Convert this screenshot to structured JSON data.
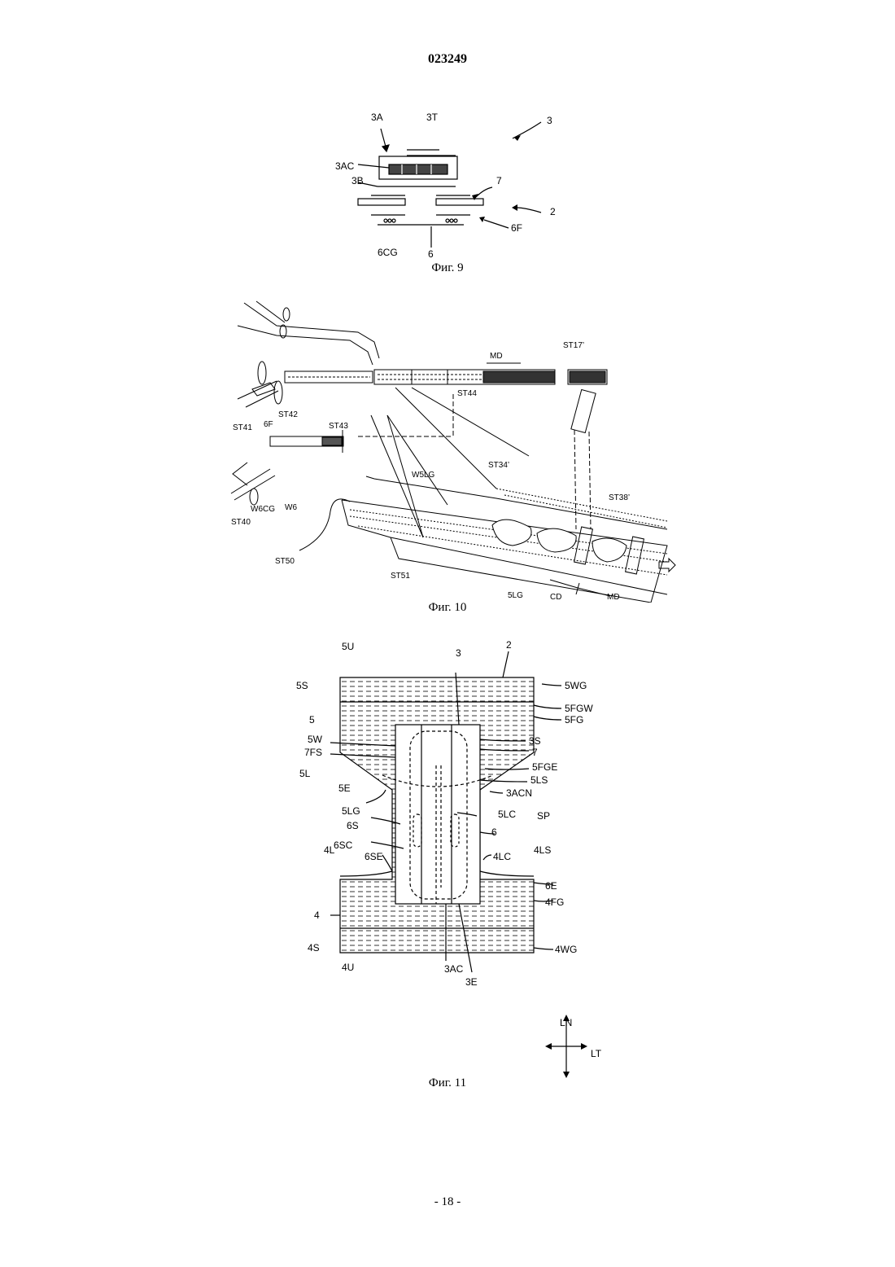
{
  "header": {
    "doc_number": "023249"
  },
  "fig9": {
    "caption": "Фиг. 9",
    "labels": [
      "3A",
      "3T",
      "3",
      "3AC",
      "3B",
      "7",
      "2",
      "6F",
      "6CG",
      "6"
    ]
  },
  "fig10": {
    "caption": "Фиг. 10",
    "labels": [
      "MD",
      "ST17’",
      "ST44",
      "ST43",
      "6F",
      "ST42",
      "ST41",
      "W5LG",
      "ST34’",
      "W6CG",
      "W6",
      "ST40",
      "ST38’",
      "ST50",
      "ST51",
      "5LG",
      "CD",
      "MD"
    ]
  },
  "fig11": {
    "caption": "Фиг. 11",
    "labels": [
      "5U",
      "3",
      "2",
      "5S",
      "5WG",
      "5FGW",
      "5FG",
      "5",
      "5W",
      "3S",
      "7FS",
      "7",
      "5L",
      "5FGE",
      "5E",
      "5LS",
      "3ACN",
      "5LG",
      "5LC",
      "SP",
      "6S",
      "6",
      "6SC",
      "4LC",
      "4L",
      "6SE",
      "4LS",
      "6E",
      "4FG",
      "4",
      "4S",
      "4WG",
      "4U",
      "3AC",
      "3E",
      "LN",
      "LT"
    ]
  },
  "footer": {
    "page_number": "- 18 -"
  }
}
